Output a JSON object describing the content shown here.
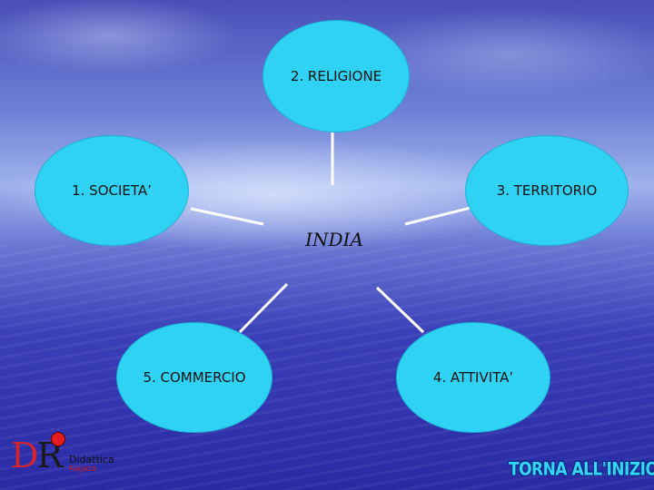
{
  "diagram": {
    "center_label": "INDIA",
    "nodes": [
      {
        "id": "religione",
        "label": "2. RELIGIONE"
      },
      {
        "id": "societa",
        "label": "1. SOCIETA’"
      },
      {
        "id": "territorio",
        "label": "3. TERRITORIO"
      },
      {
        "id": "commercio",
        "label": "5. COMMERCIO"
      },
      {
        "id": "attivita",
        "label": "4. ATTIVITA’"
      }
    ],
    "node_color": "#2fd2f3",
    "connector_color": "#ffffff"
  },
  "logo": {
    "text_primary": "Didattica",
    "text_secondary": "Ragazzi"
  },
  "navigation": {
    "back_link": "TORNA ALL'INIZIO"
  }
}
